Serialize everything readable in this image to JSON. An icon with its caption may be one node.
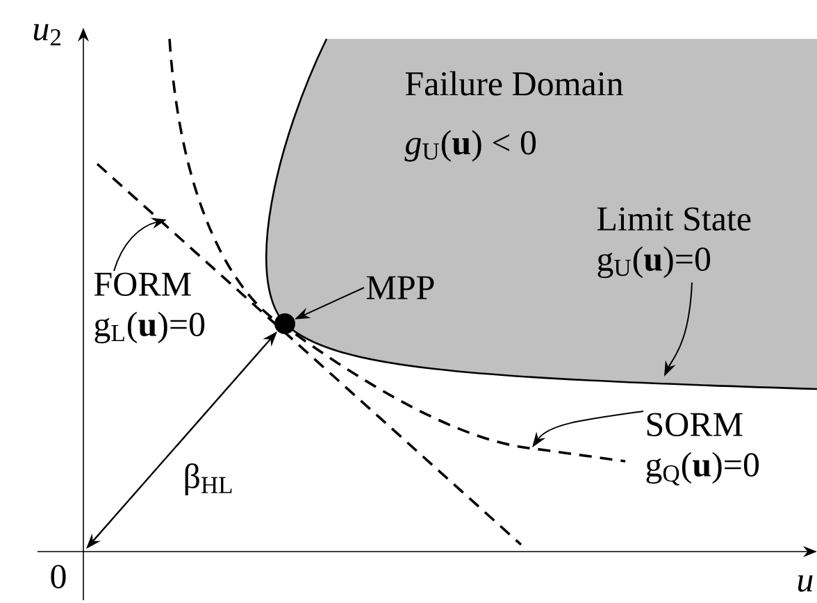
{
  "diagram": {
    "nodes": [
      {
        "text": [],
        "shape": "circle"
      },
      {
        "text": [
          "MPP"
        ]
      },
      {
        "text": [
          "FORM",
          "g$_{L}$(**u**)=0"
        ]
      },
      {
        "text": [
          "Limit State",
          "g$_{U}$(**u**)=0"
        ]
      },
      {
        "text": [
          "SORM",
          "g$_{Q}$(**u**)=0"
        ]
      }
    ],
    "edges": [
      {
        "from": 1,
        "to": 0,
        "arrow": "to"
      },
      {
        "from": 2,
        "to": null,
        "arrow": "to"
      },
      {
        "from": 3,
        "to": null,
        "arrow": "to"
      },
      {
        "from": 4,
        "to": null,
        "arrow": "to"
      },
      {
        "from": 0,
        "to": null,
        "arrow": "both",
        "label": "β$_{HL}$"
      }
    ],
    "labels": [
      "*u*$_{2}$",
      "Failure Domain",
      "*g*$_{U}$(**u**) < 0",
      "0",
      "*u*"
    ]
  }
}
